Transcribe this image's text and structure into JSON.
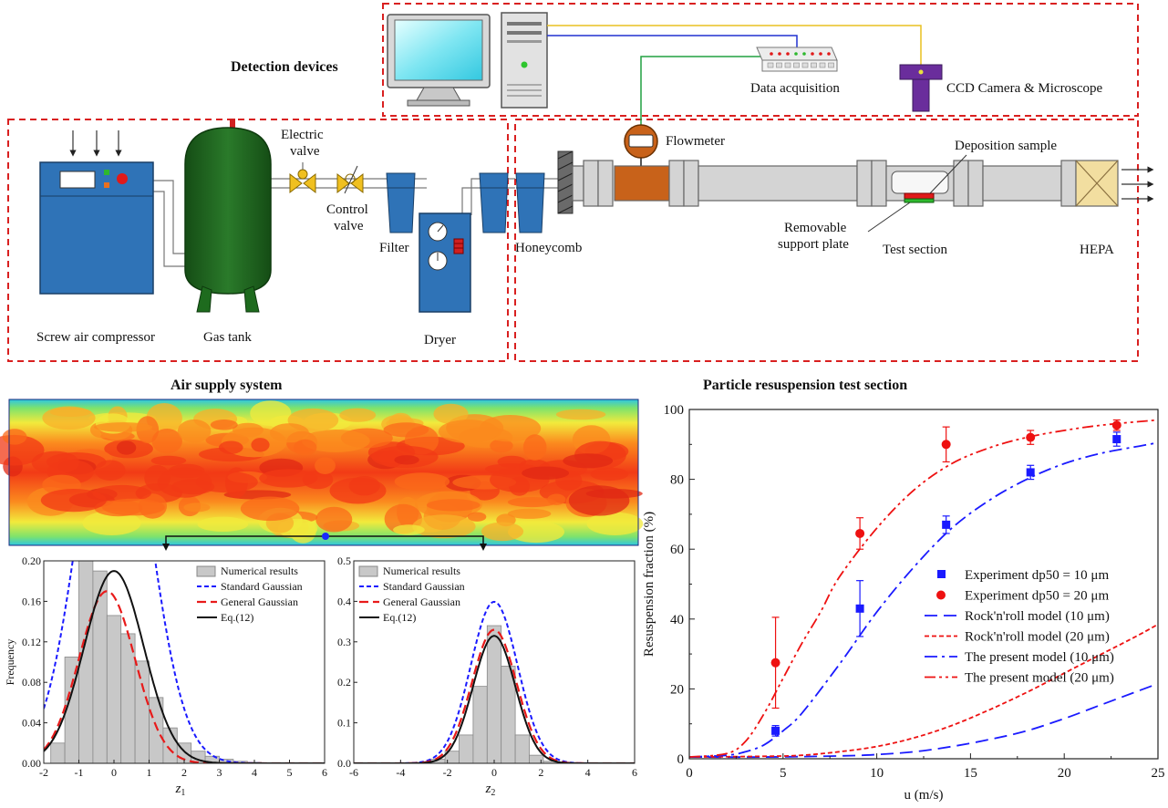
{
  "diagram": {
    "groups": {
      "detection": "Detection devices",
      "air_supply": "Air supply system",
      "test_section": "Particle resuspension test section"
    },
    "labels": {
      "data_acquisition": "Data acquisition",
      "ccd": "CCD Camera & Microscope",
      "flowmeter": "Flowmeter",
      "deposition": "Deposition sample",
      "electric_valve_1": "Electric",
      "electric_valve_2": "valve",
      "control_valve_1": "Control",
      "control_valve_2": "valve",
      "filter": "Filter",
      "dryer": "Dryer",
      "honeycomb": "Honeycomb",
      "removable_1": "Removable",
      "removable_2": "support plate",
      "test_section": "Test section",
      "hepa": "HEPA",
      "compressor": "Screw air compressor",
      "gas_tank": "Gas tank"
    },
    "colors": {
      "dashed_border": "#d92020",
      "compressor_blue": "#2f73b7",
      "tank_green": "#1e6b1e",
      "valve_yellow": "#f0c020",
      "flowmeter_orange": "#c8621a",
      "pipe_gray": "#d4d4d4",
      "ccd_purple": "#6a2d9c"
    }
  },
  "chart_data": [
    {
      "type": "bar",
      "subplot": "left-histogram",
      "xlabel": "z1",
      "ylabel": "Frequency",
      "xlim": [
        -2,
        6
      ],
      "ylim": [
        0,
        0.2
      ],
      "xticks": [
        "-2",
        "-1",
        "0",
        "1",
        "2",
        "3",
        "4",
        "5",
        "6"
      ],
      "yticks": [
        "0.00",
        "0.04",
        "0.08",
        "0.12",
        "0.16",
        "0.20"
      ],
      "bar_centers": [
        -1.6,
        -1.2,
        -0.8,
        -0.4,
        0.0,
        0.4,
        0.8,
        1.2,
        1.6,
        2.0,
        2.4,
        2.8,
        3.2,
        3.6,
        4.0
      ],
      "values": [
        0.02,
        0.105,
        0.2,
        0.19,
        0.146,
        0.128,
        0.101,
        0.065,
        0.035,
        0.02,
        0.012,
        0.007,
        0.004,
        0.002,
        0.001
      ],
      "legend": [
        "Numerical results",
        "Standard Gaussian",
        "General Gaussian",
        "Eq.(12)"
      ]
    },
    {
      "type": "bar",
      "subplot": "middle-histogram",
      "xlabel": "z2",
      "ylabel": "",
      "xlim": [
        -6,
        6
      ],
      "ylim": [
        0,
        0.5
      ],
      "xticks": [
        "-6",
        "-4",
        "-2",
        "0",
        "2",
        "4",
        "6"
      ],
      "yticks": [
        "0.0",
        "0.1",
        "0.2",
        "0.3",
        "0.4",
        "0.5"
      ],
      "bar_centers": [
        -2.4,
        -1.8,
        -1.2,
        -0.6,
        0.0,
        0.6,
        1.2,
        1.8,
        2.4
      ],
      "values": [
        0.01,
        0.03,
        0.07,
        0.19,
        0.34,
        0.24,
        0.07,
        0.02,
        0.005
      ],
      "legend": [
        "Numerical results",
        "Standard Gaussian",
        "General Gaussian",
        "Eq.(12)"
      ]
    },
    {
      "type": "line",
      "subplot": "resuspension",
      "title": "Particle resuspension test section",
      "xlabel": "u (m/s)",
      "ylabel": "Resuspension fraction (%)",
      "xlim": [
        0,
        25
      ],
      "ylim": [
        0,
        100
      ],
      "xticks": [
        "0",
        "5",
        "10",
        "15",
        "20",
        "25"
      ],
      "yticks": [
        "0",
        "20",
        "40",
        "60",
        "80",
        "100"
      ],
      "series": [
        {
          "name": "Experiment dp50 = 10 μm",
          "kind": "scatter",
          "color": "#1a1aff",
          "x": [
            4.6,
            9.1,
            13.7,
            18.2,
            22.8
          ],
          "y": [
            8,
            43,
            67,
            82,
            91.5
          ],
          "err": [
            1.5,
            8,
            2.5,
            2,
            2
          ]
        },
        {
          "name": "Experiment dp50 = 20 μm",
          "kind": "scatter",
          "color": "#ee1111",
          "x": [
            4.6,
            9.1,
            13.7,
            18.2,
            22.8
          ],
          "y": [
            27.5,
            64.5,
            90,
            92,
            95.5
          ],
          "err": [
            13,
            4.5,
            5,
            2,
            1.5
          ]
        },
        {
          "name": "Rock'n'roll model (10 μm)",
          "kind": "line",
          "color": "#1a1aff",
          "dash": "dashed",
          "x": [
            0,
            4,
            8,
            10,
            12,
            14,
            16,
            18,
            20,
            22,
            24,
            25
          ],
          "y": [
            0.5,
            0.5,
            0.8,
            1.2,
            2,
            3.5,
            5.5,
            8,
            11.5,
            15.5,
            19.5,
            21.5
          ]
        },
        {
          "name": "Rock'n'roll model (20 μm)",
          "kind": "line",
          "color": "#ee1111",
          "dash": "dotted",
          "x": [
            0,
            4,
            6,
            8,
            10,
            12,
            14,
            16,
            18,
            20,
            22,
            24,
            25
          ],
          "y": [
            0.5,
            0.7,
            1,
            2,
            3.5,
            6,
            9.5,
            14,
            19,
            24.5,
            30,
            35.5,
            38.5
          ]
        },
        {
          "name": "The present model (10 μm)",
          "kind": "line",
          "color": "#1a1aff",
          "dash": "dashdot",
          "x": [
            0,
            2,
            3,
            4,
            5,
            6,
            8,
            10,
            12,
            14,
            16,
            18,
            20,
            22,
            24,
            25
          ],
          "y": [
            0.5,
            1,
            2,
            4,
            8,
            13,
            27,
            42,
            55,
            66,
            74,
            80,
            84.5,
            87.5,
            89.5,
            90.5
          ]
        },
        {
          "name": "The present model (20 μm)",
          "kind": "line",
          "color": "#ee1111",
          "dash": "dashdotdot",
          "x": [
            0,
            2,
            3,
            4,
            5,
            6,
            7,
            8,
            10,
            12,
            14,
            16,
            18,
            20,
            22,
            25
          ],
          "y": [
            0.5,
            1.5,
            5,
            13,
            23,
            33,
            42,
            52,
            66,
            77,
            84.5,
            89,
            92,
            94,
            95.5,
            97
          ]
        }
      ],
      "legend_position": "right-middle"
    }
  ]
}
